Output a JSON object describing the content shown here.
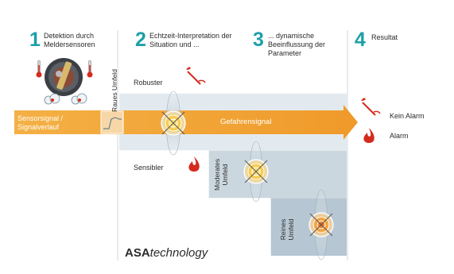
{
  "steps": [
    {
      "number": "1",
      "title": "Detektion durch Meldersensoren"
    },
    {
      "number": "2",
      "title": "Echtzeit-Interpretation der Situation und ..."
    },
    {
      "number": "3",
      "title": "... dynamische Beeinflussung der Parameter"
    },
    {
      "number": "4",
      "title": "Resultat"
    }
  ],
  "labels": {
    "sensor_signal": "Sensorsignal / Signalverlauf",
    "hazard_signal": "Gefahrensignal",
    "robuster": "Robuster",
    "sensibler": "Sensibler",
    "raues_umfeld": "Raues Umfeld",
    "moderates_umfeld": "Moderates Umfeld",
    "reines_umfeld": "Reines Umfeld"
  },
  "legend": {
    "no_alarm": "Kein Alarm",
    "alarm": "Alarm"
  },
  "brand": {
    "bold": "ASA",
    "italic": "technology"
  },
  "colors": {
    "accent_teal": "#1e9fa8",
    "arrow_orange": "#f0a030",
    "panel_light": "#dde6ec",
    "panel_mid": "#c8d5de",
    "panel_dark": "#b4c4d0",
    "alarm_red": "#d42b1e"
  },
  "icons": [
    "smoke-detector-icon",
    "thermometer-icon",
    "cloud-sensor-icon",
    "match-icon",
    "flame-icon"
  ]
}
